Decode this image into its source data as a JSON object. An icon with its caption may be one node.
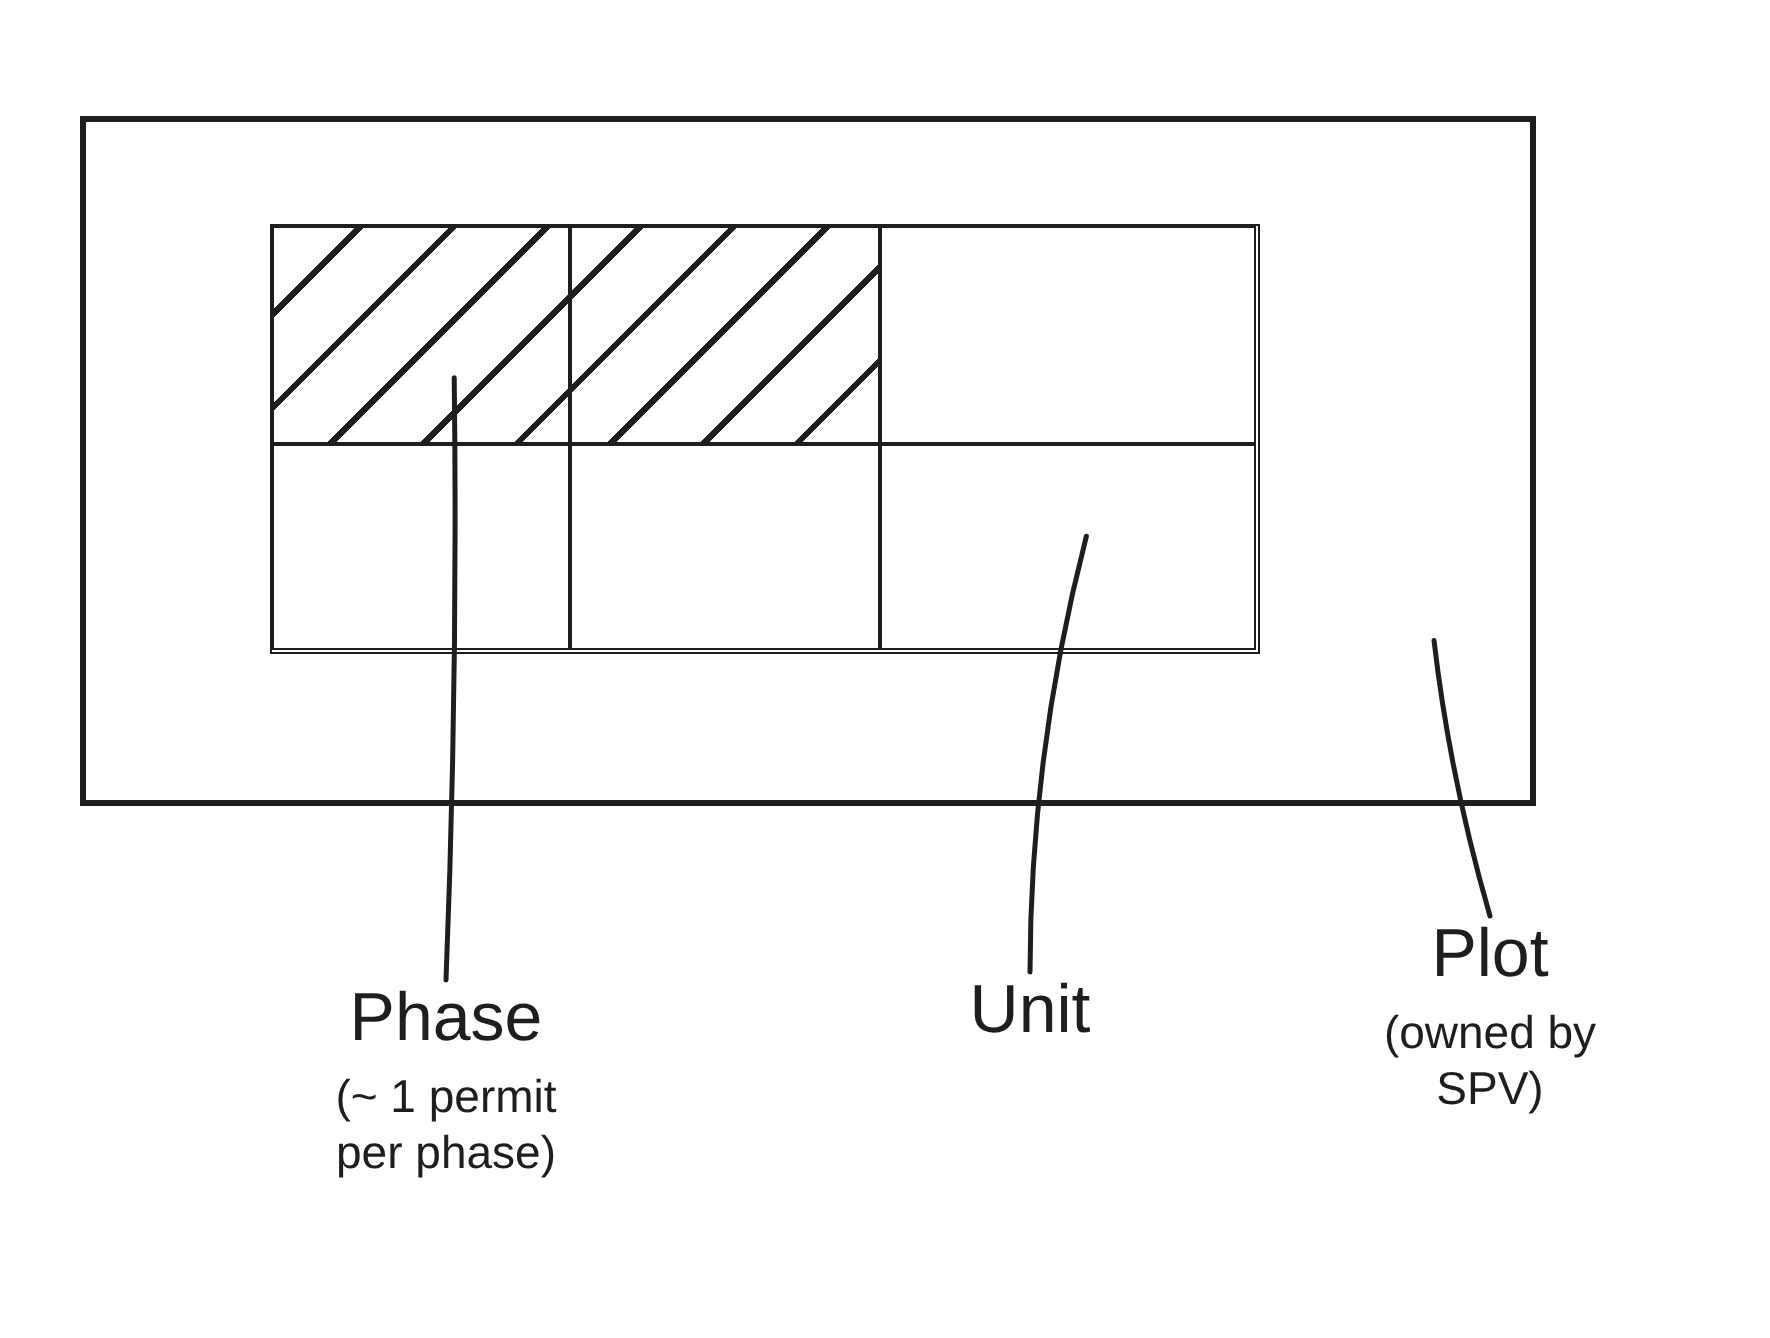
{
  "diagram": {
    "nodes": [
      {
        "text": [],
        "shape": "box"
      },
      {
        "text": [],
        "shape": "box",
        "in": 0
      },
      {
        "text": [],
        "shape": "box",
        "in": 1
      },
      {
        "text": [],
        "shape": "box",
        "in": 2
      },
      {
        "text": [],
        "shape": "box",
        "in": 2
      },
      {
        "text": [],
        "shape": "box",
        "in": 1
      },
      {
        "text": [],
        "shape": "box",
        "in": 1
      },
      {
        "text": [],
        "shape": "box",
        "in": 1
      },
      {
        "text": [],
        "shape": "box",
        "in": 1
      },
      {
        "text": [
          "Phase",
          "(~ 1 permit per phase)"
        ]
      },
      {
        "text": [
          "Unit"
        ]
      },
      {
        "text": [
          "Plot",
          "(owned by SPV)"
        ]
      }
    ],
    "edges": [
      {
        "from": 9,
        "to": 2,
        "arrow": "none"
      },
      {
        "from": 10,
        "to": 8,
        "arrow": "none"
      },
      {
        "from": 11,
        "to": 0,
        "arrow": "none"
      }
    ]
  }
}
